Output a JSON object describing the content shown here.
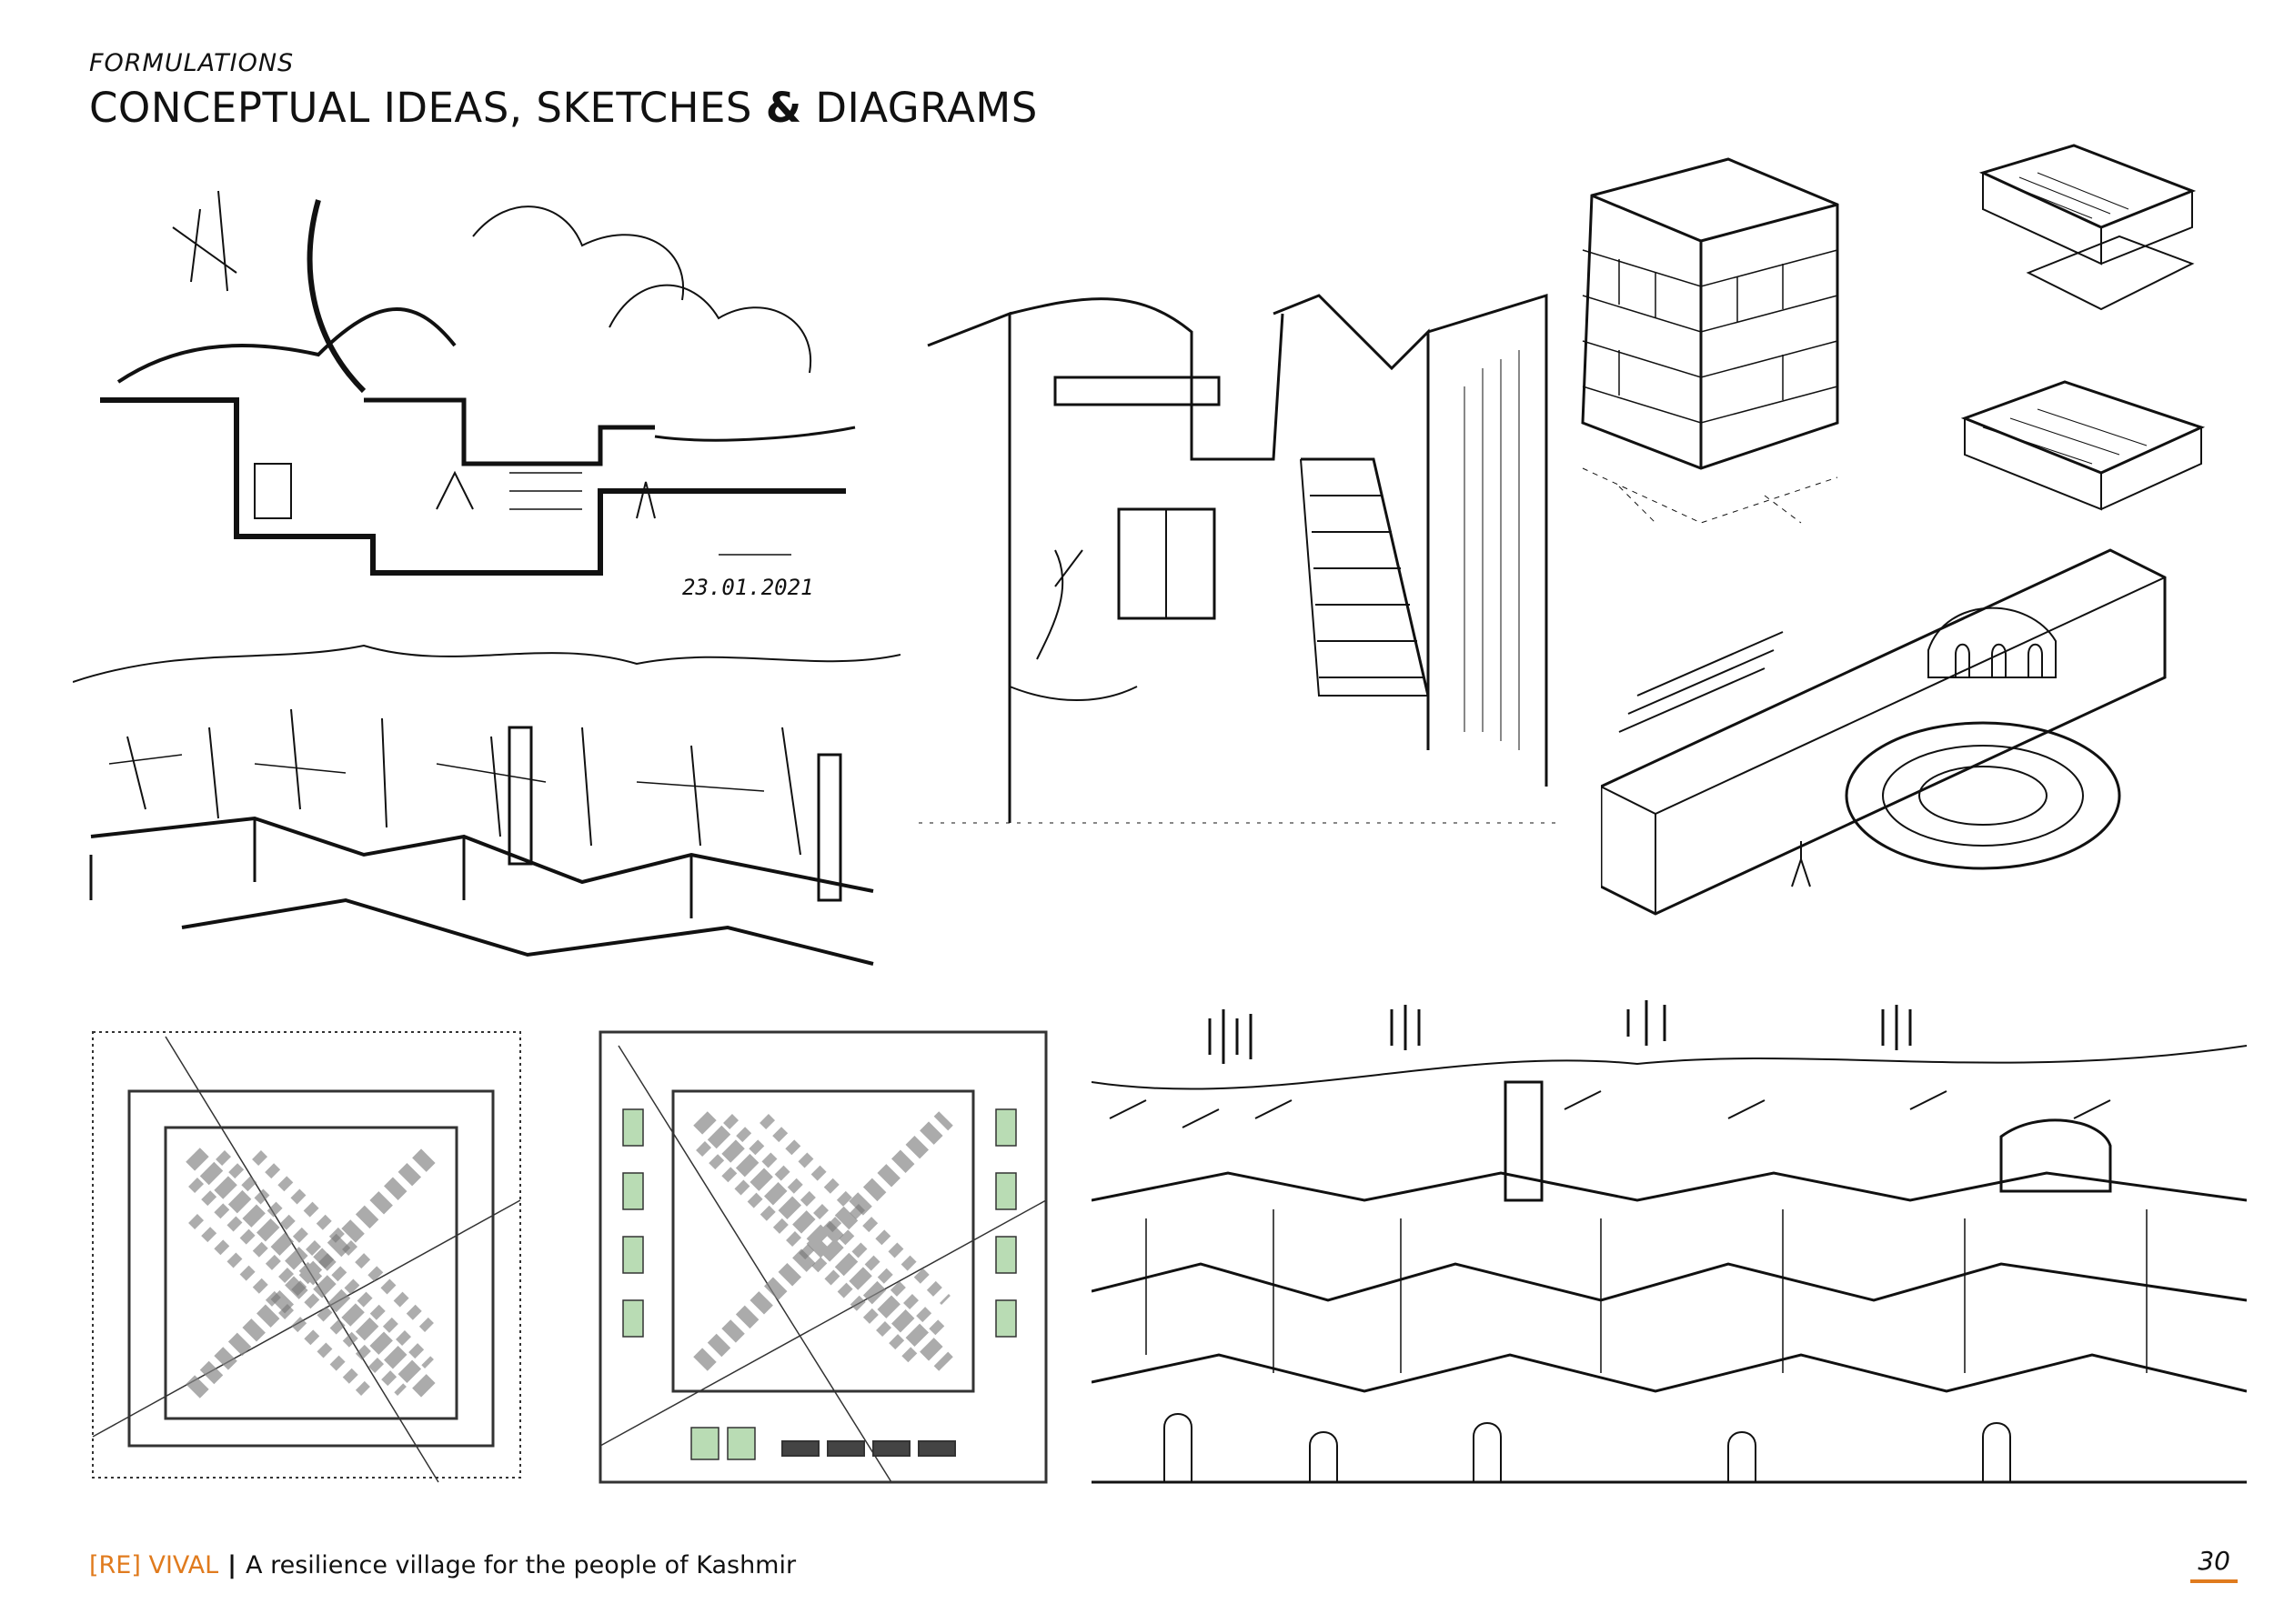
{
  "header": {
    "kicker": "FORMULATIONS",
    "title_part1": "CONCEPTUAL IDEAS, SKETCHES ",
    "title_amp": "&",
    "title_part2": " DIAGRAMS"
  },
  "sketches": {
    "section_sketch_date": "23.01.2021"
  },
  "footer": {
    "brand": "[RE] VIVAL",
    "separator": "|",
    "tagline": "A resilience village for the people of Kashmir",
    "page_number": "30"
  },
  "colors": {
    "accent": "#e07b1e",
    "ink": "#111111",
    "plan_green": "#b9dcb4"
  }
}
